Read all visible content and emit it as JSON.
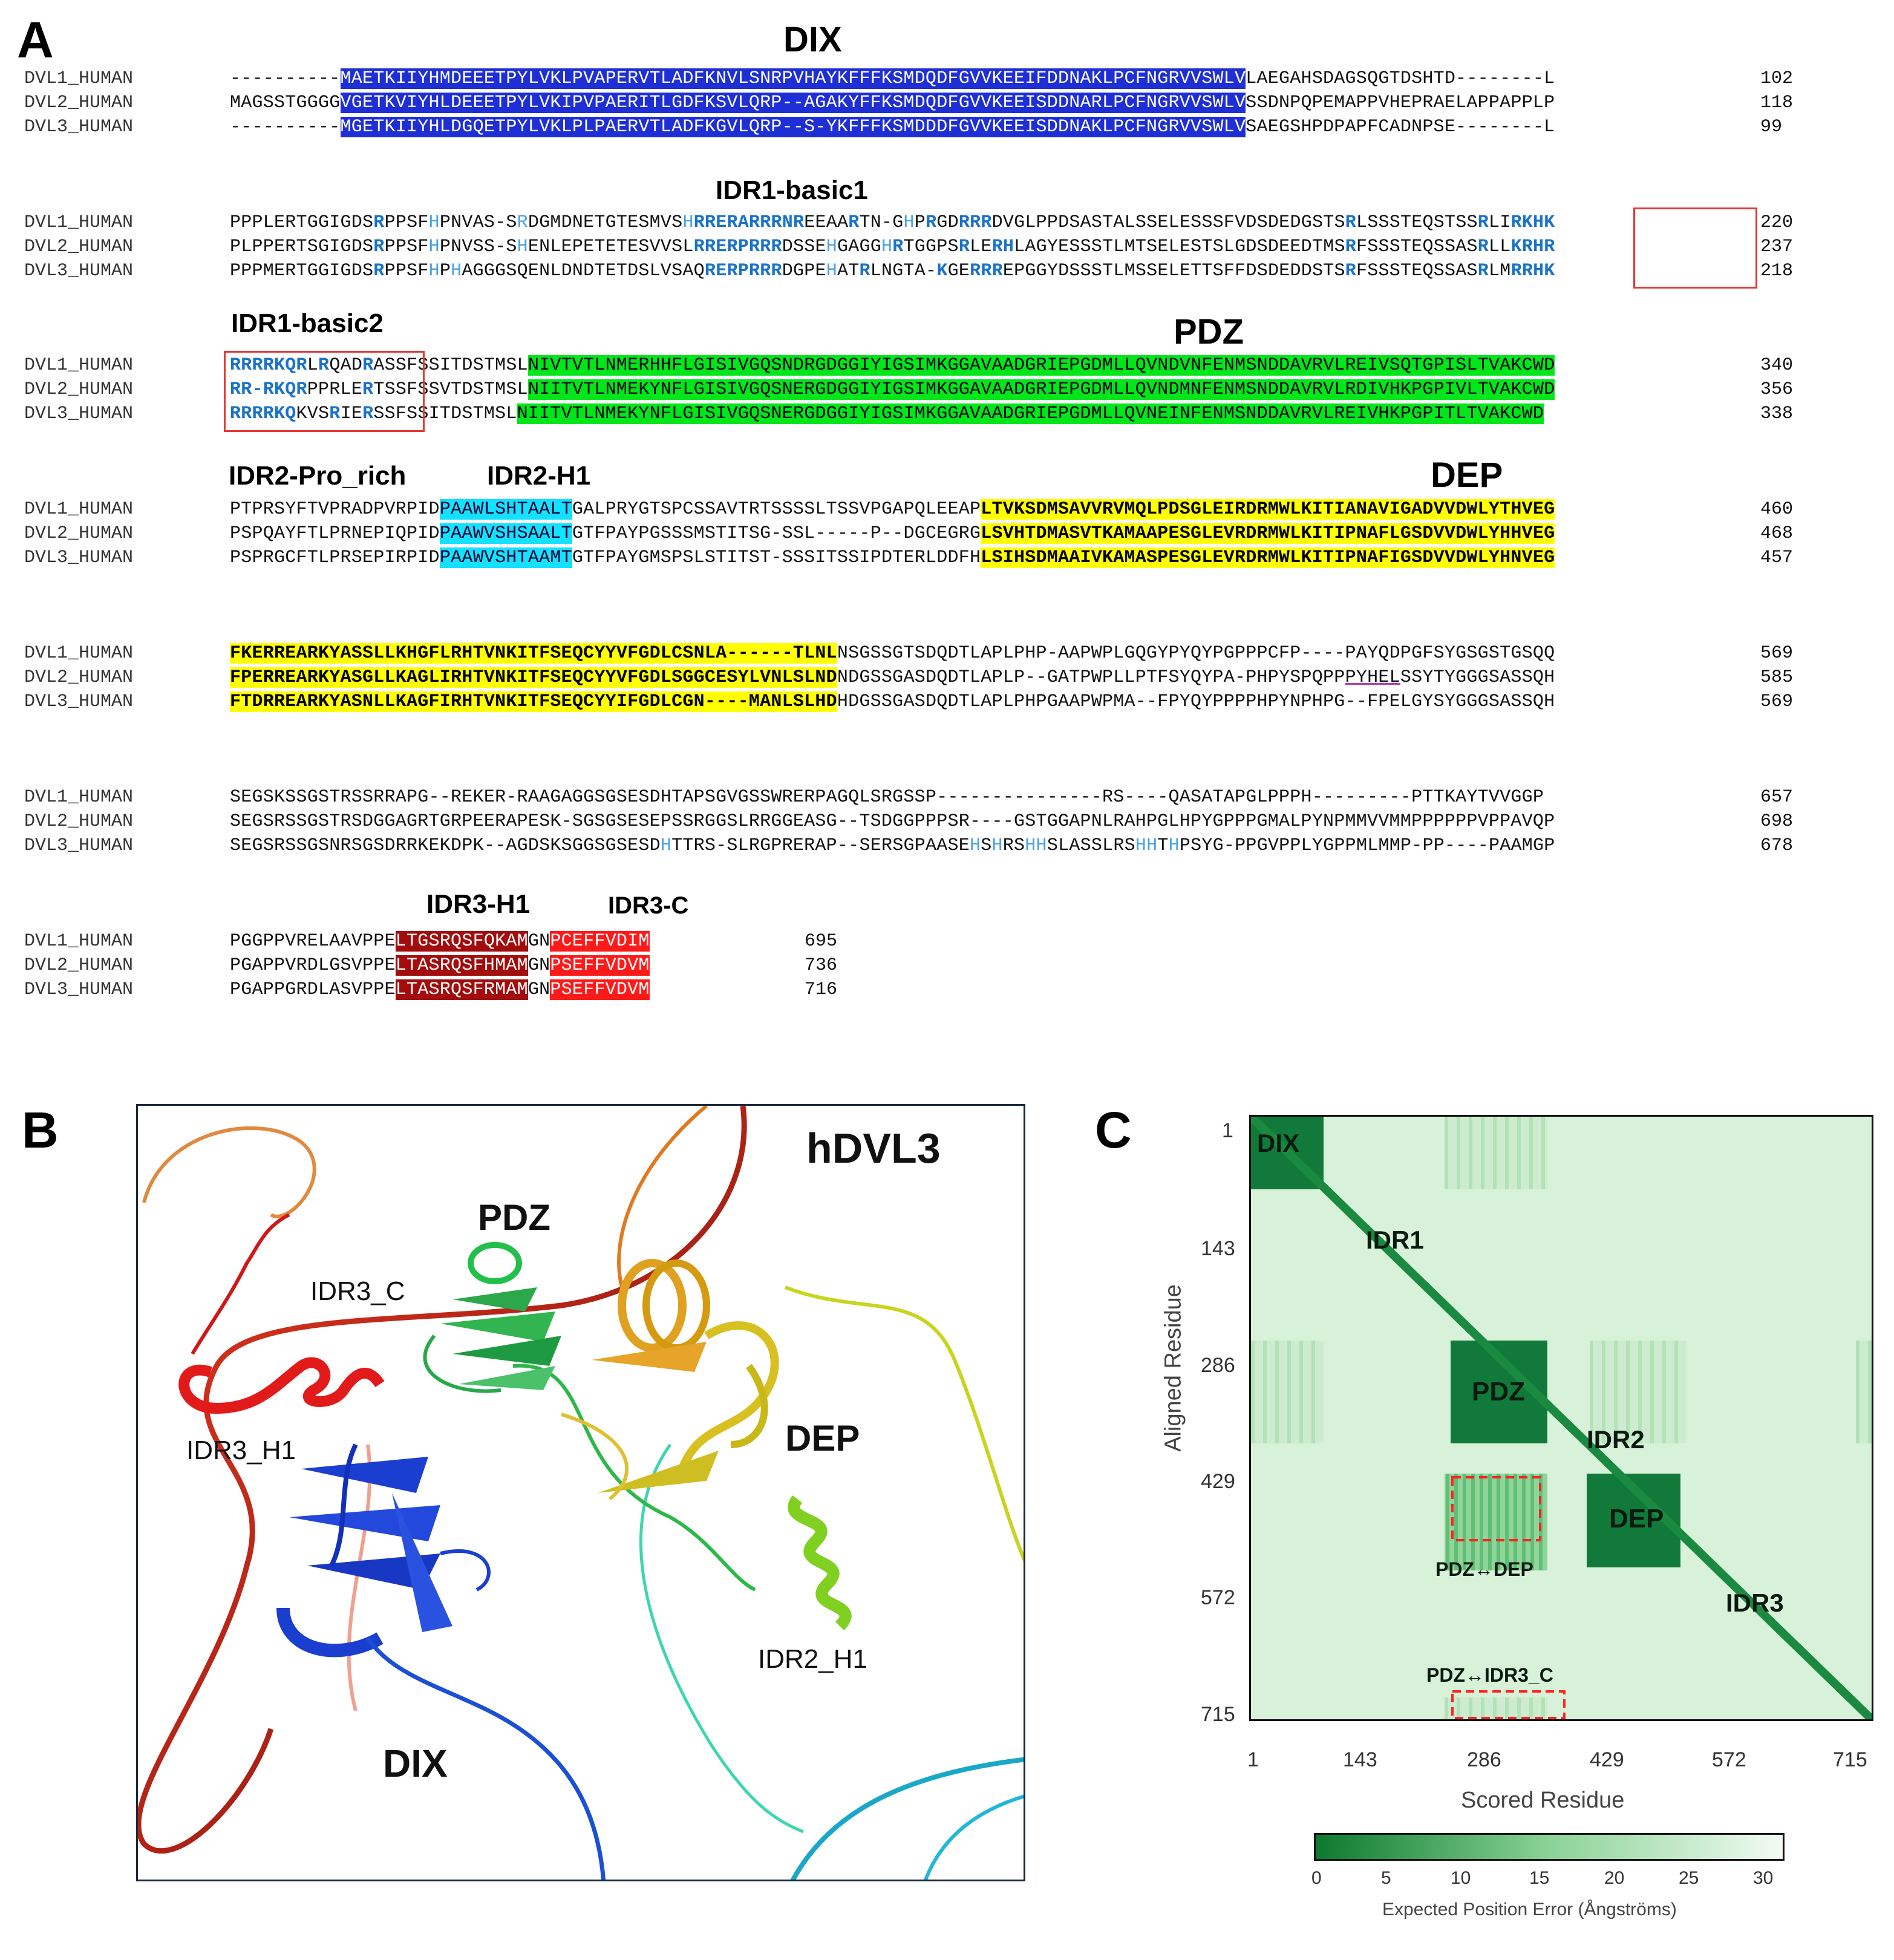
{
  "panels": {
    "a": "A",
    "b": "B",
    "c": "C"
  },
  "names": [
    "DVL1_HUMAN",
    "DVL2_HUMAN",
    "DVL3_HUMAN"
  ],
  "alignment": {
    "block1": {
      "domain_label": "DIX",
      "rows": [
        {
          "segments": [
            {
              "t": "----------"
            },
            {
              "t": "MAETKIIYHMDEEETPYLVKLPVAPERVTLADFKNVLSNRPVHAYKFFFKSMDQDFGVVKEEIFDDNAKLPCFNGRVVSWLV",
              "c": "hl-blue"
            },
            {
              "t": "LAEGAHSDAGSQGTDSHTD--------L"
            }
          ],
          "num": "102"
        },
        {
          "segments": [
            {
              "t": "MAGSSTGGGG"
            },
            {
              "t": "VGETKVIYHLDEEETPYLVKIPVPAERITLGDFKSVLQRP--AGAKYFFKSMDQDFGVVKEEISDDNARLPCFNGRVVSWLV",
              "c": "hl-blue"
            },
            {
              "t": "SSDNPQPEMAPPVHEPRAELAPPAPPLP"
            }
          ],
          "num": "118"
        },
        {
          "segments": [
            {
              "t": "----------"
            },
            {
              "t": "MGETKIIYHLDGQETPYLVKLPLPAERVTLADFKGVLQRP--S-YKFFFKSMDDDFGVVKEEISDDNAKLPCFNGRVVSWLV",
              "c": "hl-blue"
            },
            {
              "t": "SAEGSHPDPAPFCADNPSE--------L"
            }
          ],
          "num": "99"
        }
      ]
    },
    "block2": {
      "domain_label": "IDR1-basic1",
      "rows": [
        {
          "segments": [
            {
              "t": "PPPLERTGGIGDS"
            },
            {
              "t": "R",
              "c": "b"
            },
            {
              "t": "PPSF"
            },
            {
              "t": "H",
              "c": "h"
            },
            {
              "t": "PNVAS-S"
            },
            {
              "t": "R",
              "c": "h"
            },
            {
              "t": "DGMDNETGTESMVS"
            },
            {
              "t": "H",
              "c": "h"
            },
            {
              "t": "RRERARRRNR",
              "c": "b"
            },
            {
              "t": "EEAA"
            },
            {
              "t": "R",
              "c": "b"
            },
            {
              "t": "TN-G"
            },
            {
              "t": "H",
              "c": "h"
            },
            {
              "t": "P"
            },
            {
              "t": "R",
              "c": "b"
            },
            {
              "t": "GD"
            },
            {
              "t": "RRR",
              "c": "b"
            },
            {
              "t": "DVGLPPDSASTALSSELESSSFVDSDEDGSTS"
            },
            {
              "t": "R",
              "c": "b"
            },
            {
              "t": "LSSSTEQSTSS"
            },
            {
              "t": "R",
              "c": "b"
            },
            {
              "t": "LI"
            },
            {
              "t": "RKHK",
              "c": "b"
            }
          ],
          "num": "220"
        },
        {
          "segments": [
            {
              "t": "PLPPERTSGIGDS"
            },
            {
              "t": "R",
              "c": "b"
            },
            {
              "t": "PPSF"
            },
            {
              "t": "H",
              "c": "h"
            },
            {
              "t": "PNVSS-S"
            },
            {
              "t": "H",
              "c": "h"
            },
            {
              "t": "ENLEPETETESVVSL"
            },
            {
              "t": "RRERPRRR",
              "c": "b"
            },
            {
              "t": "DSSE"
            },
            {
              "t": "H",
              "c": "h"
            },
            {
              "t": "GAGG"
            },
            {
              "t": "H",
              "c": "h"
            },
            {
              "t": "R",
              "c": "b"
            },
            {
              "t": "TGGPS"
            },
            {
              "t": "R",
              "c": "b"
            },
            {
              "t": "LE"
            },
            {
              "t": "RH",
              "c": "b"
            },
            {
              "t": "LAGYESSSTLMTSELESTSLGDSDEEDTMS"
            },
            {
              "t": "R",
              "c": "b"
            },
            {
              "t": "FSSSTEQSSAS"
            },
            {
              "t": "R",
              "c": "b"
            },
            {
              "t": "LL"
            },
            {
              "t": "KRHR",
              "c": "b"
            }
          ],
          "num": "237"
        },
        {
          "segments": [
            {
              "t": "PPPMERTGGIGDS"
            },
            {
              "t": "R",
              "c": "b"
            },
            {
              "t": "PPSF"
            },
            {
              "t": "H",
              "c": "h"
            },
            {
              "t": "P"
            },
            {
              "t": "H",
              "c": "h"
            },
            {
              "t": "AGGGSQENLDNDTETDSLVSAQ"
            },
            {
              "t": "RERPRRR",
              "c": "b"
            },
            {
              "t": "DGPE"
            },
            {
              "t": "H",
              "c": "h"
            },
            {
              "t": "AT"
            },
            {
              "t": "R",
              "c": "b"
            },
            {
              "t": "LNGTA-"
            },
            {
              "t": "K",
              "c": "b"
            },
            {
              "t": "GE"
            },
            {
              "t": "RRR",
              "c": "b"
            },
            {
              "t": "EPGGYDSSSTLMSSELETTSFFDSDEDDSTS"
            },
            {
              "t": "R",
              "c": "b"
            },
            {
              "t": "FSSSTEQSSAS"
            },
            {
              "t": "R",
              "c": "b"
            },
            {
              "t": "LM"
            },
            {
              "t": "RRHK",
              "c": "b"
            }
          ],
          "num": "218"
        }
      ]
    },
    "block3": {
      "domain_label_left": "IDR1-basic2",
      "domain_label": "PDZ",
      "rows": [
        {
          "segments": [
            {
              "t": "RRRRKQR",
              "c": "b"
            },
            {
              "t": "L"
            },
            {
              "t": "R",
              "c": "b"
            },
            {
              "t": "QAD"
            },
            {
              "t": "R",
              "c": "b"
            },
            {
              "t": "ASSFSSITDSTMSL"
            },
            {
              "t": "NIVTVTLNMERHHFLGISIVGQSNDRGDGGIYIGSIMKGGAVAADGRIEPGDMLLQVNDVNFENMSNDDAVRVLREIVSQTGPISLTVAKCWD",
              "c": "hl-green"
            }
          ],
          "num": "340"
        },
        {
          "segments": [
            {
              "t": "RR-RKQR",
              "c": "b"
            },
            {
              "t": "PPRLE"
            },
            {
              "t": "R",
              "c": "b"
            },
            {
              "t": "TSSFSSVTDSTMSL"
            },
            {
              "t": "NIITVTLNMEKYNFLGISIVGQSNERGDGGIYIGSIMKGGAVAADGRIEPGDMLLQVNDMNFENMSNDDAVRVLRDIVHKPGPIVLTVAKCWD",
              "c": "hl-green"
            }
          ],
          "num": "356"
        },
        {
          "segments": [
            {
              "t": "RRRRKQ",
              "c": "b"
            },
            {
              "t": "KVS"
            },
            {
              "t": "R",
              "c": "b"
            },
            {
              "t": "IE"
            },
            {
              "t": "R",
              "c": "b"
            },
            {
              "t": "SSFSSITDSTMSL"
            },
            {
              "t": "NIITVTLNMEKYNFLGISIVGQSNERGDGGIYIGSIMKGGAVAADGRIEPGDMLLQVNEINFENMSNDDAVRVLREIVHKPGPITLTVAKCWD",
              "c": "hl-green"
            }
          ],
          "num": "338"
        }
      ]
    },
    "block4": {
      "domain_label_1": "IDR2-Pro_rich",
      "domain_label_2": "IDR2-H1",
      "domain_label": "DEP",
      "rows": [
        {
          "segments": [
            {
              "t": "PTPRSYFTVPRADPVRPID"
            },
            {
              "t": "PAAWLSHTAALT",
              "c": "hl-cyan"
            },
            {
              "t": "GALPRYGTSPCSSAVTRTSSSSLTSSVPGAPQLEEAP"
            },
            {
              "t": "LTVKSDMSAVVRVMQLPDSGLEIRDRMWLKITIANAVIGADVVDWLYTHVEG",
              "c": "hl-yellow"
            }
          ],
          "num": "460"
        },
        {
          "segments": [
            {
              "t": "PSPQAYFTLPRNEPIQPID"
            },
            {
              "t": "PAAWVSHSAALT",
              "c": "hl-cyan"
            },
            {
              "t": "GTFPAYPGSSSMSTITSG-SSL-----P--DGCEGRG"
            },
            {
              "t": "LSVHTDMASVTKAMAAPESGLEVRDRMWLKITIPNAFLGSDVVDWLYHHVEG",
              "c": "hl-yellow"
            }
          ],
          "num": "468"
        },
        {
          "segments": [
            {
              "t": "PSPRGCFTLPRSEPIRPID"
            },
            {
              "t": "PAAWVSHTAAMT",
              "c": "hl-cyan"
            },
            {
              "t": "GTFPAYGMSPSLSTITST-SSSITSSIPDTERLDDFH"
            },
            {
              "t": "LSIHSDMAAIVKAMASPESGLEVRDRMWLKITIPNAFIGSDVVDWLYHNVEG",
              "c": "hl-yellow"
            }
          ],
          "num": "457"
        }
      ]
    },
    "block5": {
      "rows": [
        {
          "segments": [
            {
              "t": "FKERREARKYASSLLKHGFLRHTVNKITFSEQCYYVFGDLCSNLA------TLNL",
              "c": "hl-yellow"
            },
            {
              "t": "NSGSSGTSDQDTLAPLPHP-AAPWPLGQGYPYQYPGPPPCFP----PAYQDPGFSYGSGSTGSQQ"
            }
          ],
          "num": "569"
        },
        {
          "segments": [
            {
              "t": "FPERREARKYASGLLKAGLIRHTVNKITFSEQCYYVFGDLSGGCESYLVNLSLND",
              "c": "hl-yellow"
            },
            {
              "t": "NDGSSGASDQDTLAPLP--GATPWPLLPTFSYQYPA-PHPYSPQPP"
            },
            {
              "t": "PYHEL",
              "c": "ul"
            },
            {
              "t": "SSYTYGGGSASSQH"
            }
          ],
          "num": "585"
        },
        {
          "segments": [
            {
              "t": "FTDRREARKYASNLLKAGFIRHTVNKITFSEQCYYIFGDLCGN----MANLSLHD",
              "c": "hl-yellow"
            },
            {
              "t": "HDGSSGASDQDTLAPLPHPGAAPWPMA--FPYQYPPPPHPYNPHPG--FPELGYSYGGGSASSQH"
            }
          ],
          "num": "569"
        }
      ]
    },
    "block6": {
      "rows": [
        {
          "segments": [
            {
              "t": "SEGSKSSGSTRSSRRAPG--REKER-RAAGAGGSGSESDHTAPSGVGSSWRERPAGQLSRGSSP---------------RS----QASATAPGLPPPH---------PTTKAYTVVGGP"
            }
          ],
          "num": "657"
        },
        {
          "segments": [
            {
              "t": "SEGSRSSGSTRSDGGAGRTGRPEERAPESK-SGSGSESEPSSRGGSLRRGGEASG--TSDGGPPPSR----GSTGGAPNLRAHPGLHPYGPPPGMALPYNPMMVVMMPPPPPPVPPAVQP"
            }
          ],
          "num": "698"
        },
        {
          "segments": [
            {
              "t": "SEGSRSSGSNRSGSDRRKEKDPK--AGDSKSGGSGSESD"
            },
            {
              "t": "H",
              "c": "h"
            },
            {
              "t": "TTRS-SLRGPRERAP--SERSGPAASE"
            },
            {
              "t": "H",
              "c": "h"
            },
            {
              "t": "S"
            },
            {
              "t": "H",
              "c": "h"
            },
            {
              "t": "RS"
            },
            {
              "t": "HH",
              "c": "h"
            },
            {
              "t": "SLASSLRS"
            },
            {
              "t": "HH",
              "c": "h"
            },
            {
              "t": "T"
            },
            {
              "t": "H",
              "c": "h"
            },
            {
              "t": "PSYG-PPGVPPLYGPPMLMMP-PP----PAAMGP"
            }
          ],
          "num": "678"
        }
      ]
    },
    "block7": {
      "domain_label_1": "IDR3-H1",
      "domain_label_2": "IDR3-C",
      "rows": [
        {
          "segments": [
            {
              "t": "PGGPPVRELAAVPPE"
            },
            {
              "t": "LTGSRQSFQKAM",
              "c": "hl-dred"
            },
            {
              "t": "GN"
            },
            {
              "t": "PCEFFVDIM",
              "c": "hl-red"
            }
          ],
          "num": "695"
        },
        {
          "segments": [
            {
              "t": "PGAPPVRDLGSVPPE"
            },
            {
              "t": "LTASRQSFHMAM",
              "c": "hl-dred"
            },
            {
              "t": "GN"
            },
            {
              "t": "PSEFFVDVM",
              "c": "hl-red"
            }
          ],
          "num": "736"
        },
        {
          "segments": [
            {
              "t": "PGAPPGRDLASVPPE"
            },
            {
              "t": "LTASRQSFRMAM",
              "c": "hl-dred"
            },
            {
              "t": "GN"
            },
            {
              "t": "PSEFFVDVM",
              "c": "hl-red"
            }
          ],
          "num": "716"
        }
      ]
    }
  },
  "structure": {
    "title": "hDVL3",
    "labels": {
      "pdz": "PDZ",
      "dep": "DEP",
      "dix": "DIX",
      "idr3_c": "IDR3_C",
      "idr3_h1": "IDR3_H1",
      "idr2_h1": "IDR2_H1"
    }
  },
  "pae": {
    "domains": {
      "dix": "DIX",
      "idr1": "IDR1",
      "pdz": "PDZ",
      "idr2": "IDR2",
      "dep": "DEP",
      "idr3": "IDR3"
    },
    "annotations": {
      "pdz_dep": "PDZ↔DEP",
      "pdz_idr3c": "PDZ↔IDR3_C"
    },
    "ylabel": "Aligned Residue",
    "xlabel": "Scored Residue",
    "ticks": [
      "1",
      "143",
      "286",
      "429",
      "572",
      "715"
    ],
    "colorbar": {
      "ticks": [
        "0",
        "5",
        "10",
        "15",
        "20",
        "25",
        "30"
      ],
      "label": "Expected Position Error (Ångströms)",
      "low_color": "#0b7a2e",
      "high_color": "#f2fbf2"
    }
  }
}
